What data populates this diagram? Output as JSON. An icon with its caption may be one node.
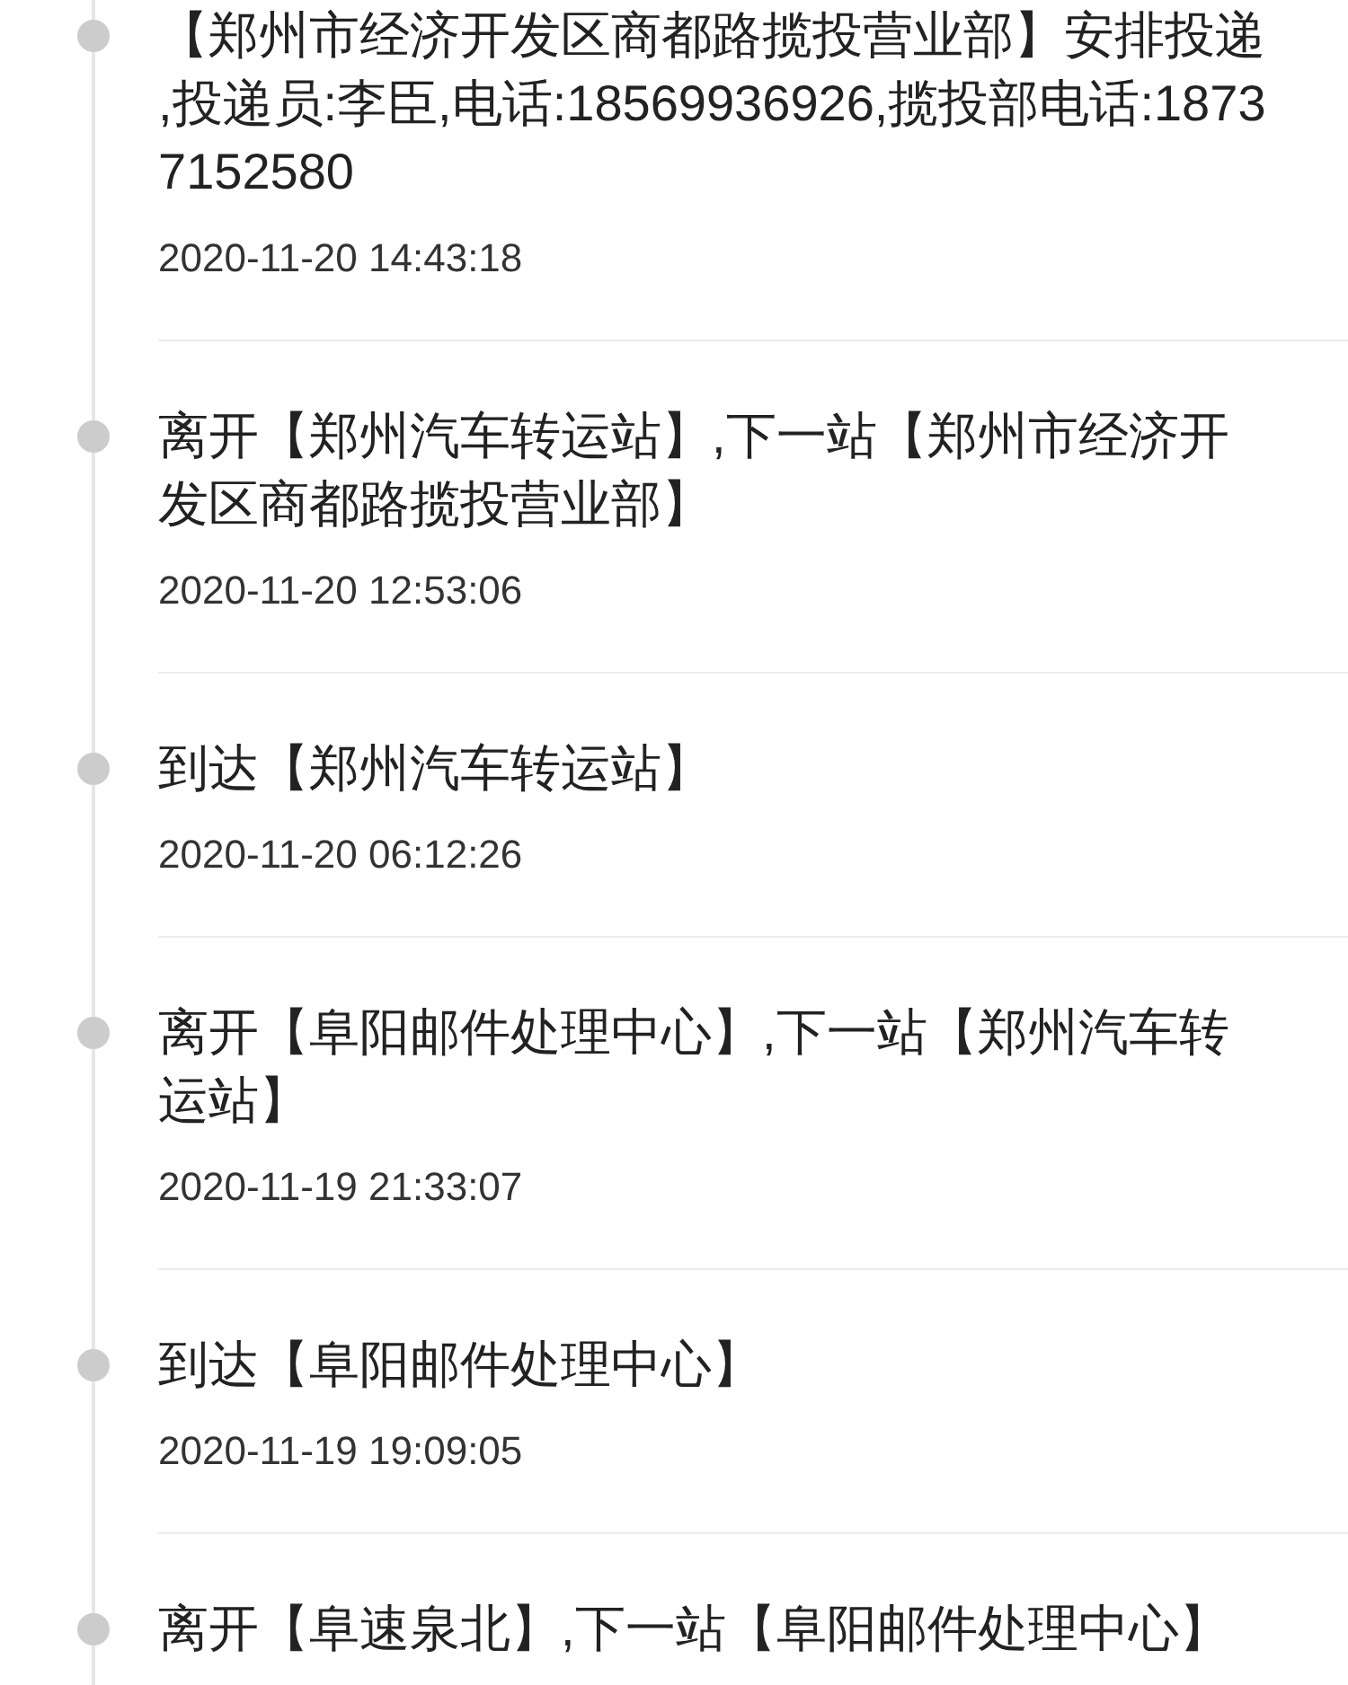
{
  "diagram": {
    "labels": [
      "【郑州市经济开发区商都路揽投营业部】安排投递,投递员:李臣,电话:18569936926,揽投部电话:18737152580",
      "2020-11-20 14:43:18",
      "离开【郑州汽车转运站】,下一站【郑州市经济开发区商都路揽投营业部】",
      "2020-11-20 12:53:06",
      "到达【郑州汽车转运站】",
      "2020-11-20 06:12:26",
      "离开【阜阳邮件处理中心】,下一站【郑州汽车转运站】",
      "2020-11-19 21:33:07",
      "到达【阜阳邮件处理中心】",
      "2020-11-19 19:09:05",
      "离开【阜速泉北】,下一站【阜阳邮件处理中心】"
    ]
  }
}
